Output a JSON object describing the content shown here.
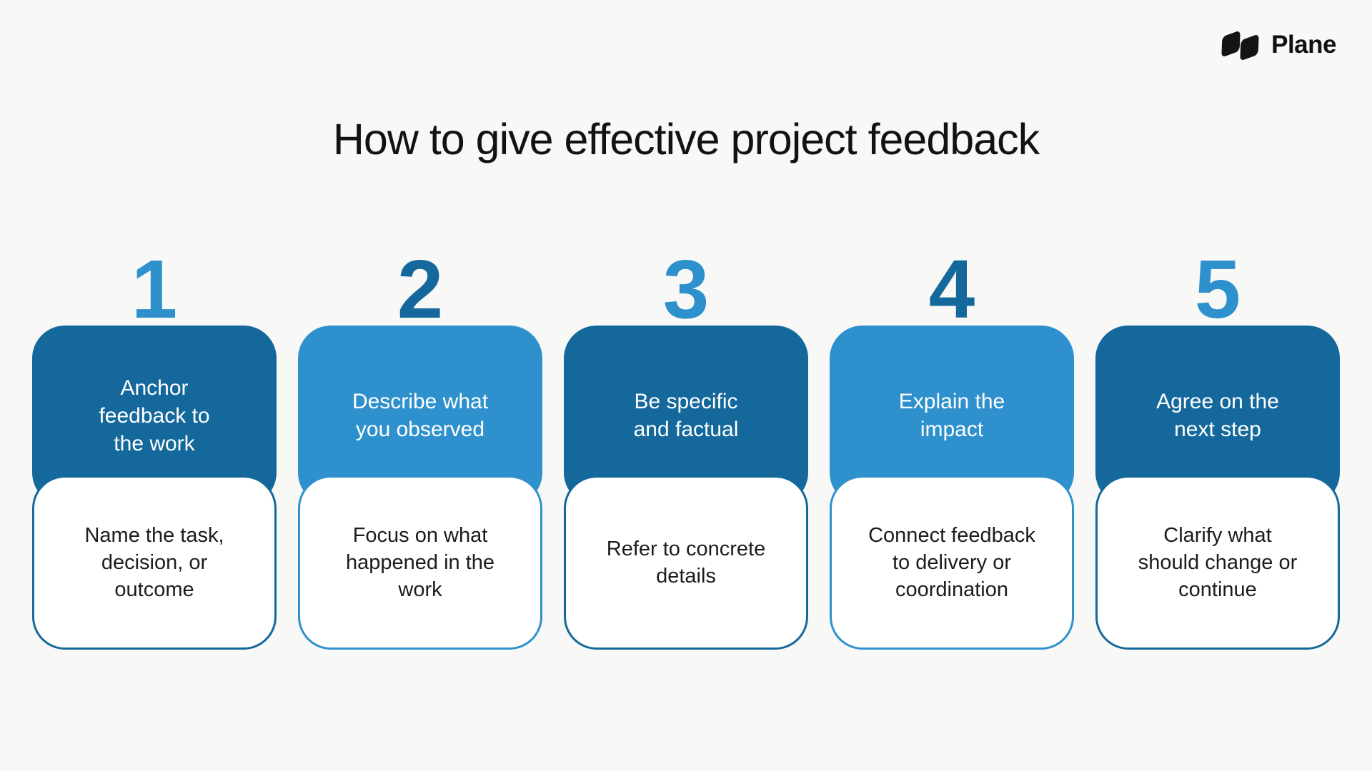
{
  "colors": {
    "dark_blue": "#15689b",
    "light_blue": "#2e91cd",
    "background": "#f8f8f7",
    "logo_ink": "#141414"
  },
  "logo": {
    "text": "Plane"
  },
  "title": "How to give effective project feedback",
  "steps": [
    {
      "number": "1",
      "theme": "dark",
      "title": "Anchor\nfeedback to\nthe work",
      "description": "Name the task,\ndecision, or\noutcome"
    },
    {
      "number": "2",
      "theme": "light",
      "title": "Describe what\nyou observed",
      "description": "Focus on what\nhappened in the\nwork"
    },
    {
      "number": "3",
      "theme": "dark",
      "title": "Be specific\nand factual",
      "description": "Refer to concrete\ndetails"
    },
    {
      "number": "4",
      "theme": "light",
      "title": "Explain the\nimpact",
      "description": "Connect feedback\nto delivery or\ncoordination"
    },
    {
      "number": "5",
      "theme": "dark",
      "title": "Agree on the\nnext step",
      "description": "Clarify what\nshould change or\ncontinue"
    }
  ]
}
